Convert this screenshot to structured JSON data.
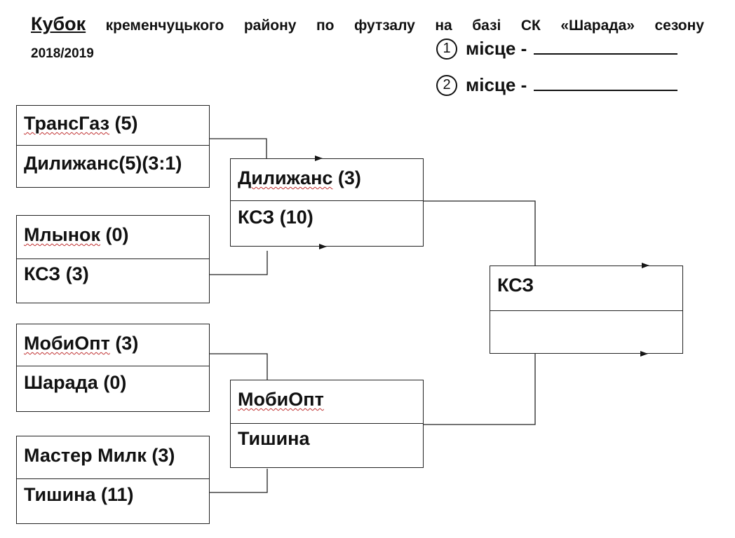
{
  "header": {
    "cup_word": "Кубок",
    "title_words": [
      "кременчуцького",
      "району",
      "по",
      "футзалу",
      "на",
      "базі",
      "СК",
      "«Шарада»",
      "сезону"
    ],
    "season": "2018/2019"
  },
  "places": [
    {
      "number": "1",
      "label": "місце -"
    },
    {
      "number": "2",
      "label": "місце -"
    }
  ],
  "round1": [
    {
      "team_a": "ТрансГаз",
      "score_a": "(5)",
      "team_b": "Дилижанс",
      "score_b": "(5)(3:1)"
    },
    {
      "team_a": "Млынок",
      "score_a": "(0)",
      "team_b": "КСЗ",
      "score_b": "(3)"
    },
    {
      "team_a": "МобиОпт",
      "score_a": "(3)",
      "team_b": "Шарада",
      "score_b": "(0)"
    },
    {
      "team_a": "Мастер Милк",
      "score_a": "(3)",
      "team_b": "Тишина",
      "score_b": "(11)"
    }
  ],
  "semifinals": [
    {
      "team_a": "Дилижанс",
      "score_a": "(3)",
      "team_b": "КСЗ",
      "score_b": "(10)"
    },
    {
      "team_a": "МобиОпт",
      "score_a": "",
      "team_b": "Тишина",
      "score_b": ""
    }
  ],
  "final": {
    "team_a": "КСЗ",
    "team_b": ""
  }
}
